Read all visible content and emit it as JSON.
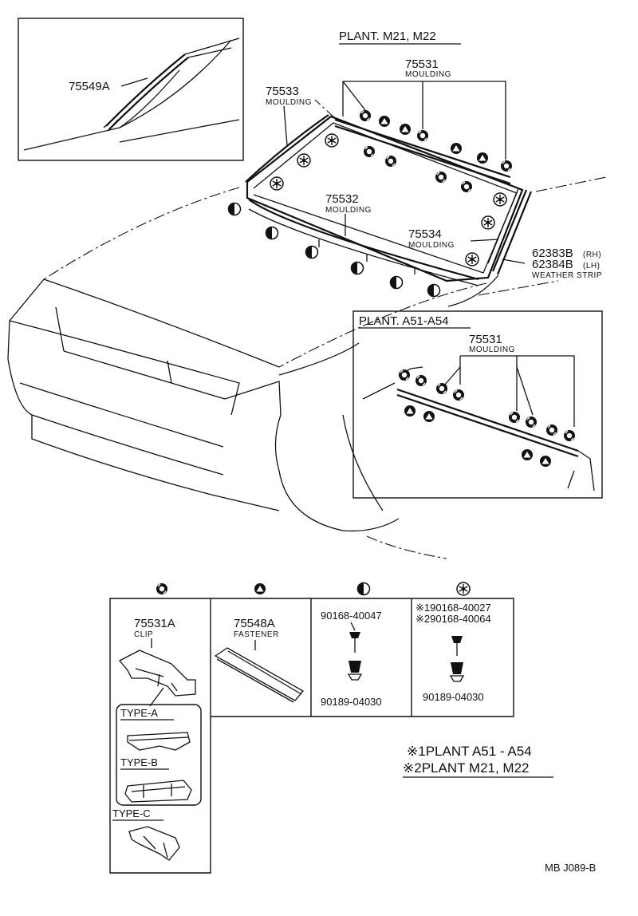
{
  "inset_top": {
    "part": "75549A"
  },
  "plant_m": {
    "title": "PLANT. M21, M22"
  },
  "parts": {
    "p75531": {
      "num": "75531",
      "name": "MOULDING"
    },
    "p75533": {
      "num": "75533",
      "name": "MOULDING"
    },
    "p75532": {
      "num": "75532",
      "name": "MOULDING"
    },
    "p75534": {
      "num": "75534",
      "name": "MOULDING"
    },
    "p62383": {
      "num": "62383B",
      "suffix": "(RH)"
    },
    "p62384": {
      "num": "62384B",
      "suffix": "(LH)",
      "name": "WEATHER STRIP"
    }
  },
  "plant_a": {
    "title": "PLANT. A51-A54",
    "num": "75531",
    "name": "MOULDING"
  },
  "table": {
    "clip": {
      "num": "75531A",
      "name": "CLIP",
      "type_a": "TYPE-A",
      "type_b": "TYPE-B",
      "type_c": "TYPE-C"
    },
    "fastener": {
      "num": "75548A",
      "name": "FASTENER"
    },
    "screw_set": {
      "top": "90168-40047",
      "bottom": "90189-04030"
    },
    "star_set": {
      "line1": "※190168-40027",
      "line2": "※290168-40064",
      "bottom": "90189-04030"
    }
  },
  "notes": {
    "line1": "※1PLANT  A51 - A54",
    "line2": "※2PLANT  M21, M22"
  },
  "footer": {
    "code": "MB  J089-B"
  }
}
